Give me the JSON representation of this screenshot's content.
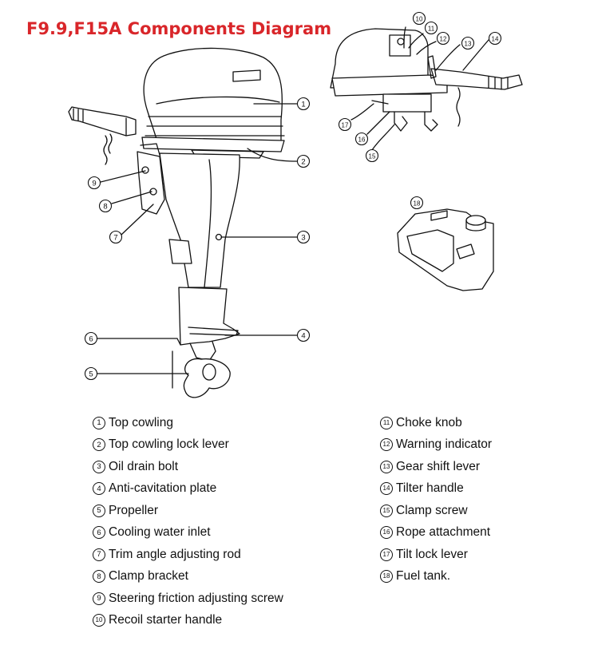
{
  "title": "F9.9,F15A Components Diagram",
  "colors": {
    "title": "#d9262a",
    "line": "#111111"
  },
  "components": [
    {
      "num": "1",
      "label": "Top cowling"
    },
    {
      "num": "2",
      "label": "Top cowling lock lever"
    },
    {
      "num": "3",
      "label": "Oil drain bolt"
    },
    {
      "num": "4",
      "label": "Anti-cavitation plate"
    },
    {
      "num": "5",
      "label": "Propeller"
    },
    {
      "num": "6",
      "label": "Cooling water inlet"
    },
    {
      "num": "7",
      "label": "Trim angle adjusting rod"
    },
    {
      "num": "8",
      "label": "Clamp bracket"
    },
    {
      "num": "9",
      "label": "Steering friction adjusting screw"
    },
    {
      "num": "10",
      "label": "Recoil starter handle"
    },
    {
      "num": "11",
      "label": "Choke knob"
    },
    {
      "num": "12",
      "label": "Warning indicator"
    },
    {
      "num": "13",
      "label": "Gear shift lever"
    },
    {
      "num": "14",
      "label": "Tilter handle"
    },
    {
      "num": "15",
      "label": "Clamp screw"
    },
    {
      "num": "16",
      "label": "Rope attachment"
    },
    {
      "num": "17",
      "label": "Tilt lock lever"
    },
    {
      "num": "18",
      "label": "Fuel tank."
    }
  ]
}
